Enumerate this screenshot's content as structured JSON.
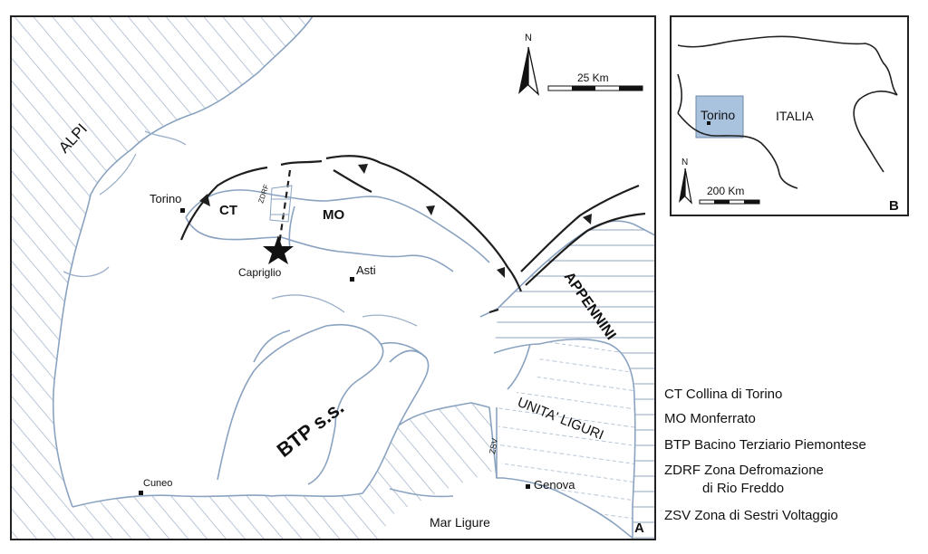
{
  "map": {
    "north_letter": "N",
    "scale_label": "25 Km",
    "panel_letter": "A",
    "regions": {
      "alpi": "ALPI",
      "appennini": "APPENNINI",
      "unita_liguri": "UNITA' LIGURI",
      "btp": "BTP s.s.",
      "ct": "CT",
      "mo": "MO",
      "zdrf": "ZDRF",
      "zsv": "ZSV",
      "sea": "Mar Ligure"
    },
    "places": {
      "torino": "Torino",
      "capriglio": "Capriglio",
      "asti": "Asti",
      "cuneo": "Cuneo",
      "genova": "Genova"
    }
  },
  "inset": {
    "north_letter": "N",
    "scale_label": "200 Km",
    "country": "ITALIA",
    "city": "Torino",
    "panel_letter": "B",
    "highlight_color": "#a9c2de"
  },
  "legend": [
    {
      "text": "CT Collina di Torino"
    },
    {
      "text": "MO Monferrato"
    },
    {
      "text": "BTP Bacino Terziario Piemontese"
    },
    {
      "text": "ZDRF Zona Defromazione"
    },
    {
      "text": "di Rio Freddo"
    },
    {
      "text": "ZSV Zona di Sestri Voltaggio"
    }
  ],
  "colors": {
    "line": "#2b2b2b",
    "coast": "#8aa3c0",
    "hatch": "#a8b8cc"
  }
}
